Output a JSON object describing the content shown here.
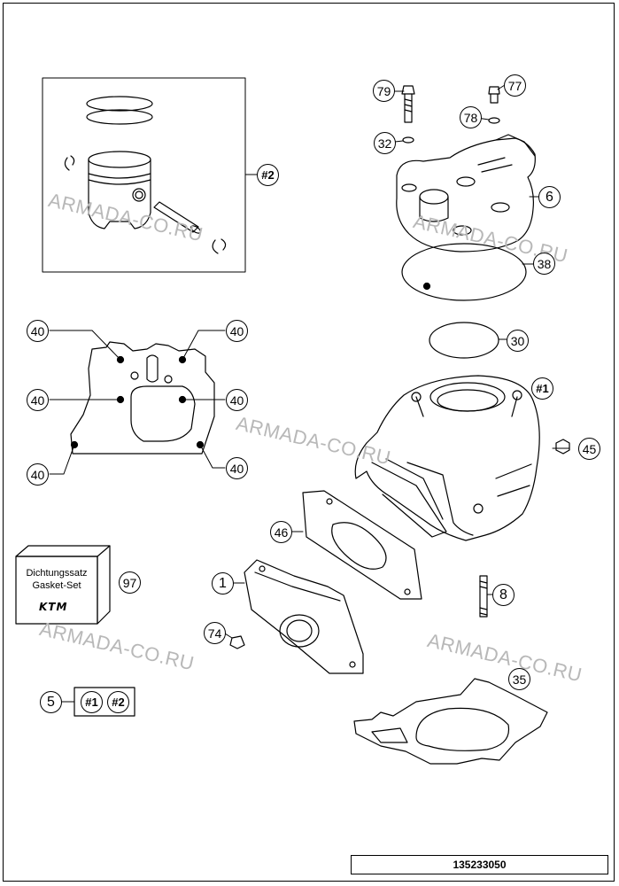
{
  "watermark": "ARMADA-CO.RU",
  "document_number": "135233050",
  "kit_box": {
    "line1": "Dichtungssatz",
    "line2": "Gasket-Set",
    "logo": "KTM"
  },
  "callouts": {
    "piston_group": "#2",
    "cylinder": "#1",
    "c79": "79",
    "c77": "77",
    "c78": "78",
    "c32": "32",
    "c6": "6",
    "c38": "38",
    "c30": "30",
    "c45": "45",
    "c46": "46",
    "c8": "8",
    "c35": "35",
    "c1": "1",
    "c74": "74",
    "c97": "97",
    "c5": "5",
    "c40": "40",
    "set_ref1": "#1",
    "set_ref2": "#2"
  }
}
